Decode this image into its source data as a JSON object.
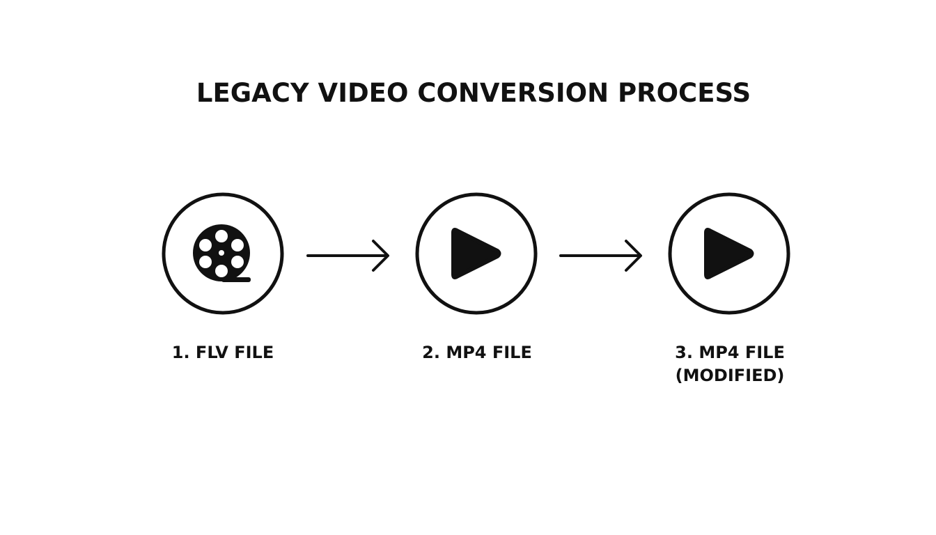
{
  "title": "LEGACY VIDEO CONVERSION PROCESS",
  "steps": [
    {
      "label_line1": "1. FLV FILE",
      "label_line2": "",
      "icon": "film-reel-icon"
    },
    {
      "label_line1": "2. MP4 FILE",
      "label_line2": "",
      "icon": "play-icon"
    },
    {
      "label_line1": "3. MP4 FILE",
      "label_line2": "(MODIFIED)",
      "icon": "play-icon"
    }
  ],
  "connectors": [
    {
      "icon": "arrow-right-icon"
    },
    {
      "icon": "arrow-right-icon"
    }
  ],
  "colors": {
    "foreground": "#111111",
    "background": "#ffffff"
  }
}
